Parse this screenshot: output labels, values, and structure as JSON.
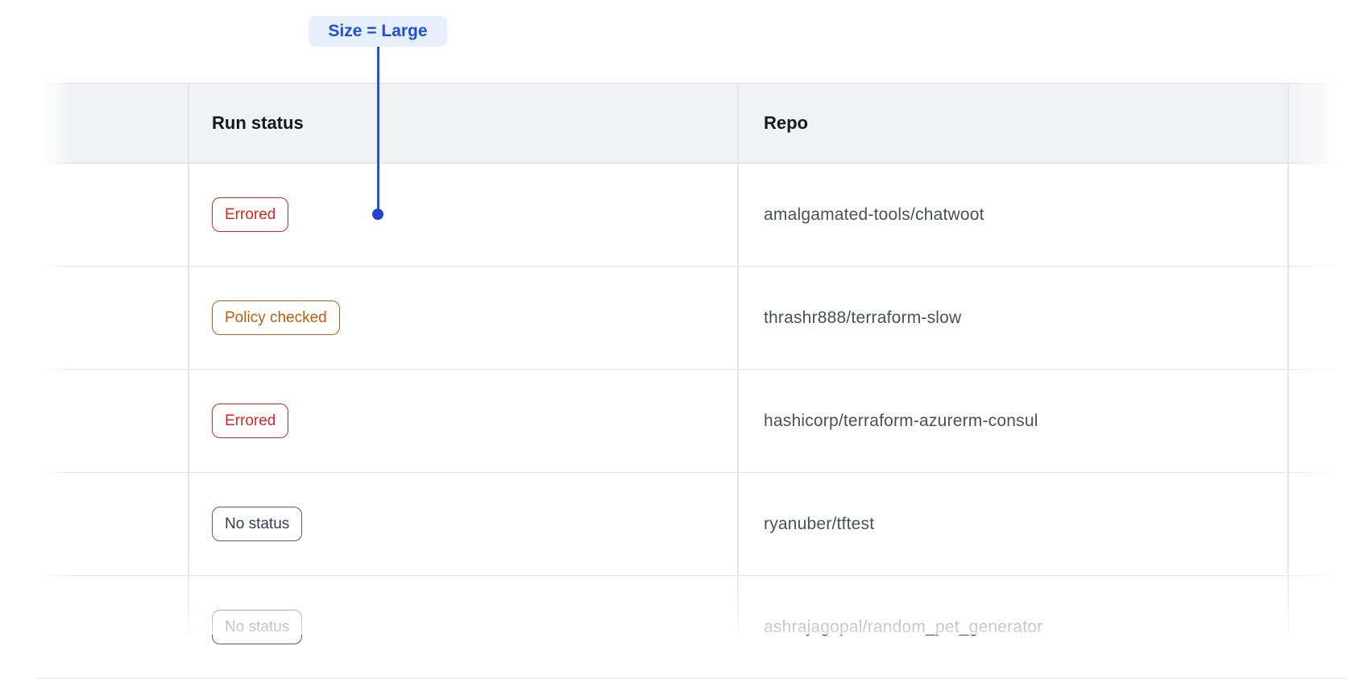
{
  "annotation": {
    "label": "Size = Large"
  },
  "table": {
    "columns": [
      {
        "label": ""
      },
      {
        "label": "Run status"
      },
      {
        "label": "Repo"
      }
    ],
    "rows": [
      {
        "status": "Errored",
        "status_type": "errored",
        "repo": "amalgamated-tools/chatwoot"
      },
      {
        "status": "Policy checked",
        "status_type": "policy-checked",
        "repo": "thrashr888/terraform-slow"
      },
      {
        "status": "Errored",
        "status_type": "errored",
        "repo": "hashicorp/terraform-azurerm-consul"
      },
      {
        "status": "No status",
        "status_type": "no-status",
        "repo": "ryanuber/tftest"
      },
      {
        "status": "No status",
        "status_type": "no-status",
        "repo": "ashrajagopal/random_pet_generator",
        "faded": true
      }
    ]
  },
  "colors": {
    "annotation_blue": "#1d4fd7",
    "annotation_chip_bg": "#e8effc",
    "errored_red": "#df2323",
    "policy_checked_orange": "#c05a0e",
    "no_status_gray": "#565d69",
    "header_bg": "#f0f1f3",
    "divider": "#e5e6ea",
    "repo_text": "#4a4f5a"
  }
}
